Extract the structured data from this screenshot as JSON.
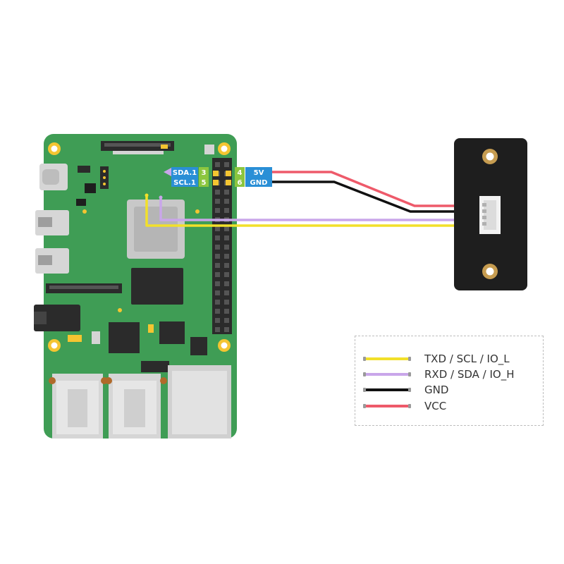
{
  "pin_labels": {
    "sda": "SDA.1",
    "scl": "SCL.1",
    "pin3": "3",
    "pin5": "5",
    "pin4": "4",
    "pin6": "6",
    "v5": "5V",
    "gnd": "GND"
  },
  "legend": [
    {
      "label": "TXD / SCL / IO_L",
      "color": "#f2e02a"
    },
    {
      "label": "RXD / SDA / IO_H",
      "color": "#c9a6ea"
    },
    {
      "label": "GND",
      "color": "#111111"
    },
    {
      "label": "VCC",
      "color": "#ee5a6a"
    }
  ],
  "colors": {
    "board": "#3f9d55",
    "module": "#1e1e1e",
    "pin_label_blue": "#2a8fd6",
    "pin_number_green": "#8cc63f"
  }
}
